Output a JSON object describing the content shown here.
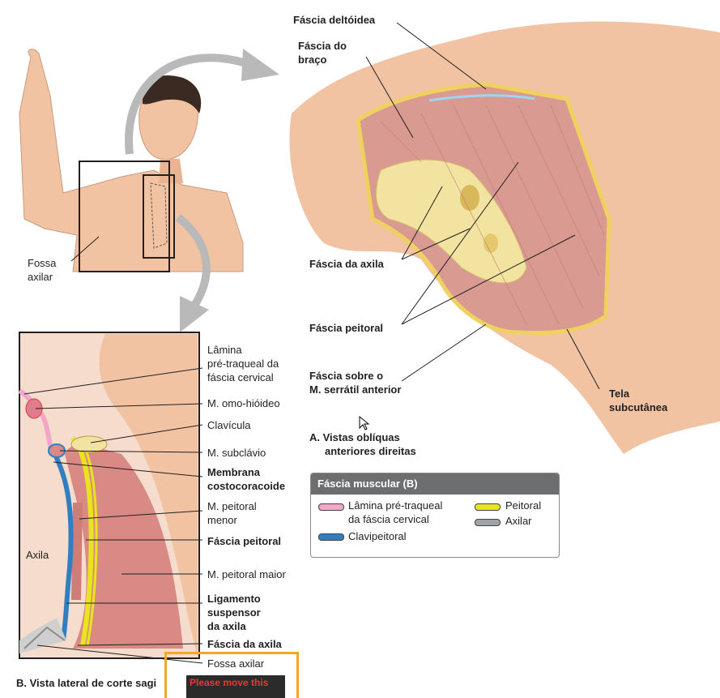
{
  "labels": {
    "fossa_axilar_top": [
      "Fossa",
      "axilar"
    ],
    "lamina": [
      "Lâmina",
      "pré-traqueal da",
      "fáscia cervical"
    ],
    "omo_hioideo": "M. omo-hióideo",
    "clavicula": "Clavícula",
    "subclavio": "M. subclávio",
    "membrana": [
      "Membrana",
      "costocoracoide"
    ],
    "peitoral_menor": [
      "M. peitoral",
      "menor"
    ],
    "fascia_peitoral_b": "Fáscia peitoral",
    "peitoral_maior": "M. peitoral maior",
    "ligamento": [
      "Ligamento",
      "suspensor",
      "da axila"
    ],
    "fascia_axila_b": "Fáscia da axila",
    "fossa_axilar_b": "Fossa axilar",
    "axila": "Axila",
    "caption_b": "B. Vista lateral de corte sagi",
    "deltoidea": "Fáscia deltóidea",
    "braco": [
      "Fáscia do",
      "braço"
    ],
    "fascia_axila_a": "Fáscia da axila",
    "fascia_peitoral_a": "Fáscia peitoral",
    "serratil": [
      "Fáscia sobre o",
      "M. serrátil anterior"
    ],
    "caption_a": [
      "A. Vistas oblíquas",
      "anteriores direitas"
    ],
    "tela": [
      "Tela",
      "subcutânea"
    ]
  },
  "legend": {
    "title": "Fáscia muscular (B)",
    "items": [
      {
        "label": [
          "Lâmina pré-traqueal",
          "da fáscia cervical"
        ],
        "color": "#f4a6c8"
      },
      {
        "label": "Clavipeitoral",
        "color": "#2f7fc1"
      },
      {
        "label": "Peitoral",
        "color": "#e8e51e"
      },
      {
        "label": "Axilar",
        "color": "#9ea3a8"
      }
    ]
  },
  "overlay": {
    "text": "Please move this"
  },
  "colors": {
    "skin": "#f1c3a3",
    "muscle": "#d98a84",
    "fat": "#f3e3a0",
    "clavipectoral": "#2f7fc1",
    "pectoral": "#e8e51e",
    "pretracheal": "#f4a6c8"
  }
}
